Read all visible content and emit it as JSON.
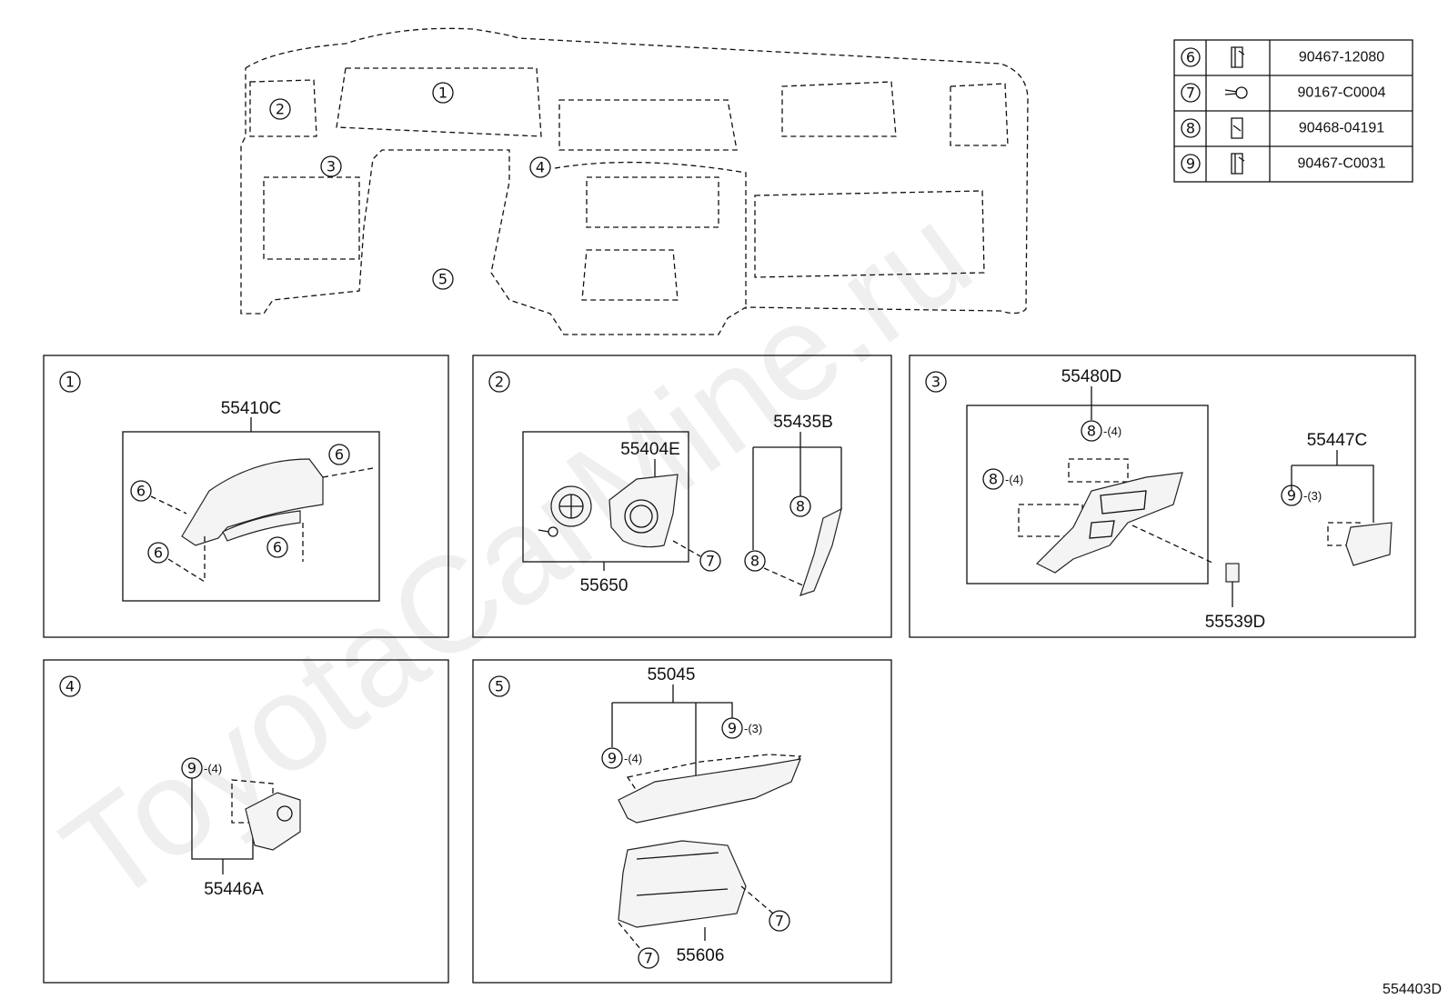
{
  "watermark": "ToyotaCarMine.ru",
  "diagram_ref": "554403D",
  "overview": {
    "callouts": [
      "1",
      "2",
      "3",
      "4",
      "5"
    ]
  },
  "fasteners_table": [
    {
      "ref": "6",
      "part_number": "90467-12080",
      "icon": "clip-icon"
    },
    {
      "ref": "7",
      "part_number": "90167-C0004",
      "icon": "screw-icon"
    },
    {
      "ref": "8",
      "part_number": "90468-04191",
      "icon": "clip-icon"
    },
    {
      "ref": "9",
      "part_number": "90467-C0031",
      "icon": "clip-icon"
    }
  ],
  "panels": {
    "p1": {
      "index": "1",
      "parts": {
        "main": "55410C"
      },
      "callouts": [
        "6",
        "6",
        "6",
        "6"
      ]
    },
    "p2": {
      "index": "2",
      "parts": {
        "vent": "55404E",
        "assy": "55650",
        "trim": "55435B"
      },
      "callouts": [
        "7",
        "8",
        "8"
      ]
    },
    "p3": {
      "index": "3",
      "parts": {
        "main": "55480D",
        "side": "55447C",
        "small": "55539D"
      },
      "callouts": [
        "8",
        "8",
        "9"
      ],
      "qty": {
        "a": "-(4)",
        "b": "-(4)",
        "c": "-(3)"
      }
    },
    "p4": {
      "index": "4",
      "parts": {
        "main": "55446A"
      },
      "callouts": [
        "9"
      ],
      "qty": {
        "a": "-(4)"
      }
    },
    "p5": {
      "index": "5",
      "parts": {
        "upper": "55045",
        "lower": "55606"
      },
      "callouts": [
        "9",
        "9",
        "7",
        "7"
      ],
      "qty": {
        "a": "-(4)",
        "b": "-(3)"
      }
    }
  }
}
